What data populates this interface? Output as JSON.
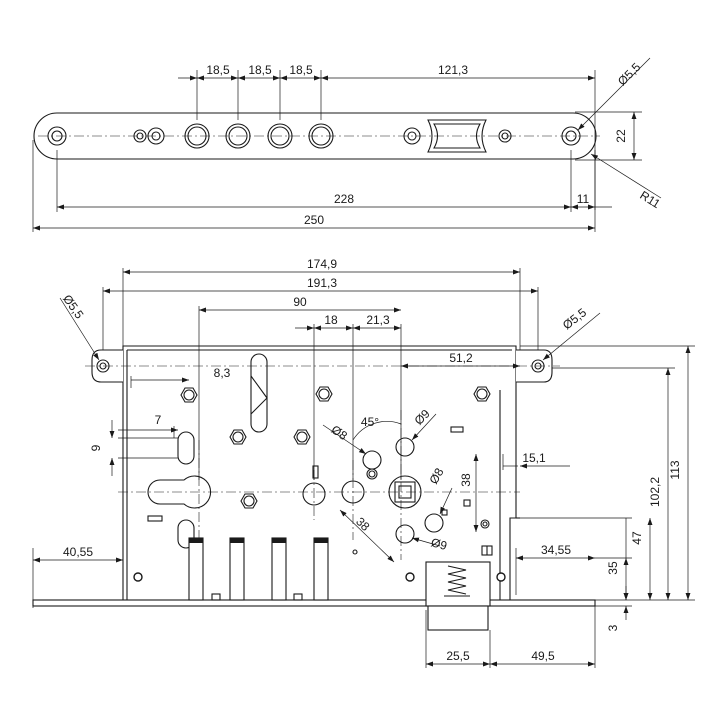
{
  "top_view": {
    "dims": {
      "pitch_1": "18,5",
      "pitch_2": "18,5",
      "pitch_3": "18,5",
      "to_end_hole": "121,3",
      "hole_diameter": "Ø5,5",
      "height": "22",
      "end_radius": "R11",
      "hole_spacing": "228",
      "hole_to_end": "11",
      "overall_length": "250"
    }
  },
  "front_view": {
    "dims": {
      "case_width": "174,9",
      "lug_spacing": "191,3",
      "backset_90": "90",
      "d18": "18",
      "d21_3": "21,3",
      "d51_2": "51,2",
      "d8_3": "8,3",
      "d7": "7",
      "d9_side": "9",
      "angle": "45°",
      "dia8_a": "Ø8",
      "dia9_a": "Ø9",
      "dia8_b": "Ø8",
      "dia9_b": "Ø9",
      "d38_vert": "38",
      "d38_diag": "38",
      "d15_1": "15,1",
      "d40_55": "40,55",
      "d34_55": "34,55",
      "d35": "35",
      "d47": "47",
      "d102_2": "102,2",
      "d113": "113",
      "d3": "3",
      "d25_5": "25,5",
      "d49_5": "49,5",
      "lug_hole_left": "Ø5,5",
      "lug_hole_right": "Ø5,5"
    }
  }
}
